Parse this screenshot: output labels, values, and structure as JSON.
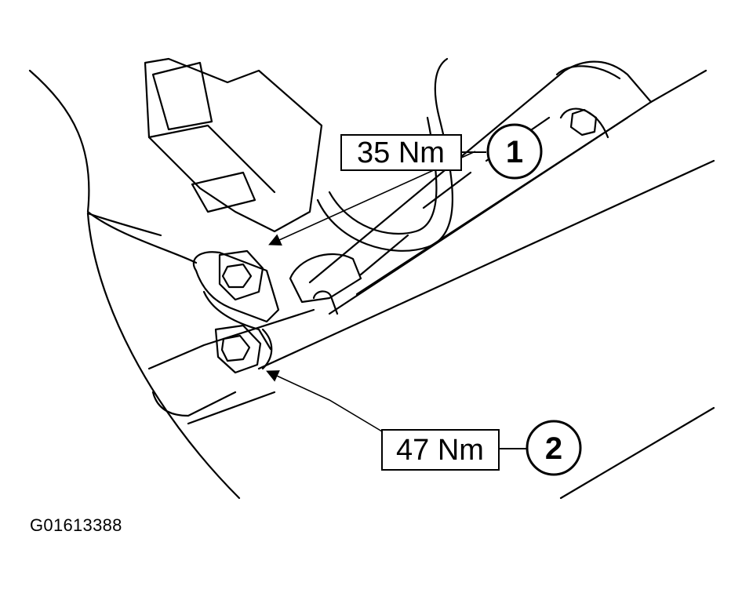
{
  "callouts": [
    {
      "number": "1",
      "torque": "35 Nm"
    },
    {
      "number": "2",
      "torque": "47 Nm"
    }
  ],
  "figure_code": "G01613388"
}
